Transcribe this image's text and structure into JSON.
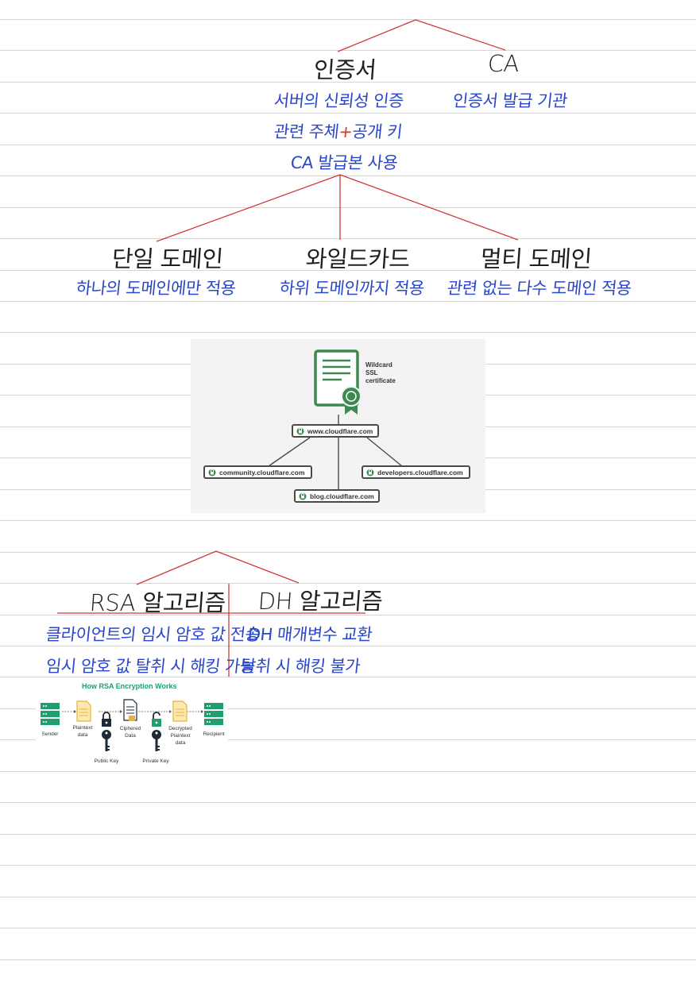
{
  "notes": {
    "cert_tree": {
      "certificate": {
        "title": "인증서",
        "lines": [
          "서버의 신뢰성 인증",
          "관련 주체",
          "공개 키",
          "CA 발급본 사용"
        ],
        "plus": "+"
      },
      "ca": {
        "title": "CA",
        "desc": "인증서 발급 기관"
      },
      "types": [
        {
          "title": "단일 도메인",
          "desc": "하나의 도메인에만 적용"
        },
        {
          "title": "와일드카드",
          "desc": "하위 도메인까지 적용"
        },
        {
          "title": "멀티 도메인",
          "desc": "관련 없는 다수 도메인 적용"
        }
      ]
    },
    "algorithms": {
      "rsa": {
        "title": "RSA 알고리즘",
        "lines": [
          "클라이언트의 임시 암호 값 전송",
          "임시 암호 값 탈취 시 해킹 가능"
        ]
      },
      "dh": {
        "title": "DH 알고리즘",
        "lines": [
          "DH 매개변수 교환",
          "탈취 시 해킹 불가"
        ]
      }
    }
  },
  "wildcard_figure": {
    "caption": [
      "Wildcard",
      "SSL",
      "certificate"
    ],
    "root": "www.cloudflare.com",
    "children": [
      "community.cloudflare.com",
      "blog.cloudflare.com",
      "developers.cloudflare.com"
    ],
    "colors": {
      "green": "#3c8a52",
      "border": "#4a4a4a",
      "background": "#f3f3f3"
    }
  },
  "rsa_figure": {
    "title": "How RSA Encryption Works",
    "steps": [
      "Sender",
      "Plaintext data",
      "Ciphered Data",
      "Decrypted Plaintext data",
      "Recipient"
    ],
    "keys": [
      "Public Key",
      "Private Key"
    ],
    "colors": {
      "title": "#1f9e6e",
      "server": "#1f9e6e",
      "document": "#e8b23a",
      "key": "#1e2a36"
    }
  },
  "colors": {
    "ink_blue": "#2a47c9",
    "ink_black": "#1f1f1f",
    "red_line": "#d23a3a",
    "rule": "#d6d6d6"
  }
}
